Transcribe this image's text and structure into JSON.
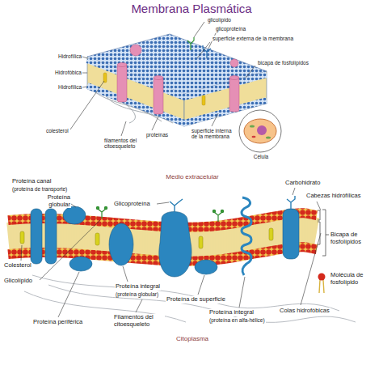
{
  "diagram": {
    "title": "Membrana Plasmática",
    "labels": [
      "glicolípido",
      "glicoproteína",
      "superficie externa de la membrana",
      "Hidrofílica",
      "bicapa de fosfolípidos",
      "Hidrofóbica",
      "Hidrofílica",
      "colesterol",
      "proteínas",
      "superficie interna de la membrana",
      "filamentos del citoesqueleto",
      "Célula",
      "Medio extracelular",
      "Proteína canal",
      "(proteína de transporte)",
      "Carbohidrato",
      "Cabezas hidrófílicas",
      "Proteína globular",
      "Glicoproteína",
      "Bicapa de fosfolípidos",
      "Colesterol",
      "Glicolípido",
      "Molécula de fosfolípido",
      "Proteína integral",
      "(proteína globular)",
      "Proteína de superficie",
      "Colas hidrofóbicas",
      "Proteína integral",
      "(proteína en alfa-hélice)",
      "Proteína periférica",
      "Filamentos del citoesqueleto",
      "Citoplasma"
    ]
  }
}
